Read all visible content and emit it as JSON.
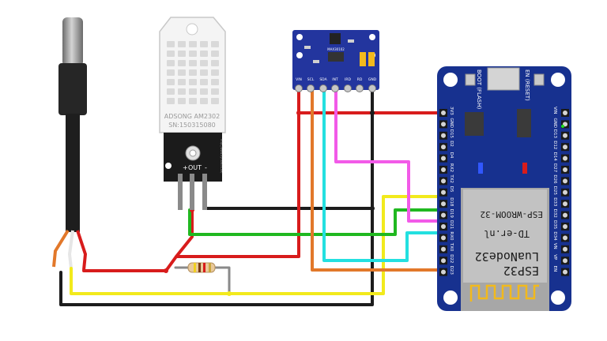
{
  "dht_sensor": {
    "label_line1": "ADSONG AM2302",
    "label_line2": "SN:150315080",
    "module_pins": [
      "+",
      "OUT",
      "-"
    ],
    "module_url": "http://www.dynamics.de/"
  },
  "imu_module": {
    "chip_label": "MAX30102",
    "pins": [
      "VIN",
      "SCL",
      "SDA",
      "INT",
      "IRD",
      "RD",
      "GND"
    ]
  },
  "board": {
    "boot_label": "BOOT (FLASH)",
    "en_label": "EN (RESET)",
    "chip_brand": "ESP32",
    "chip_model": "LuaNode32",
    "chip_vendor": "TD-er.nl",
    "module_name": "ESP-WROOM-32",
    "left_pins": [
      "3V3",
      "GND",
      "D15",
      "D2",
      "D4",
      "RX2",
      "TX2",
      "D5",
      "D18",
      "D19",
      "D21",
      "RX0",
      "TX0",
      "D22",
      "D23"
    ],
    "right_pins": [
      "VIN",
      "GND",
      "D13",
      "D12",
      "D14",
      "D27",
      "D26",
      "D25",
      "D33",
      "D32",
      "D35",
      "D34",
      "VN",
      "VP",
      "EN"
    ]
  },
  "colors": {
    "red": "#d81c1c",
    "black": "#1c1c1c",
    "yellow": "#f2ea1c",
    "green": "#20b820",
    "cyan": "#23e0e0",
    "orange": "#e2782a",
    "magenta": "#f25ae8",
    "board_blue": "#17318f",
    "module_blue": "#23359e"
  }
}
